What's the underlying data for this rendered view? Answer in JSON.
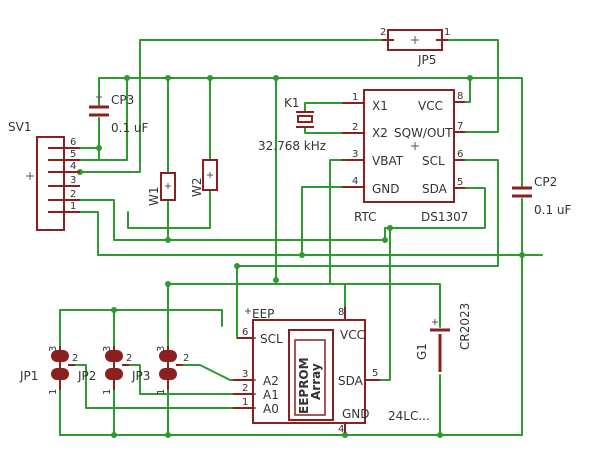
{
  "parts": {
    "sv1": {
      "name": "SV1",
      "pins": [
        "6",
        "5",
        "4",
        "3",
        "2",
        "1"
      ]
    },
    "cp3": {
      "name": "CP3",
      "value": "0.1 uF"
    },
    "cp2": {
      "name": "CP2",
      "value": "0.1 uF"
    },
    "w1": {
      "name": "W1"
    },
    "w2": {
      "name": "W2"
    },
    "k1": {
      "name": "K1",
      "value": "32.768 kHz"
    },
    "jp5": {
      "name": "JP5",
      "pin_left": "2",
      "pin_right": "1"
    },
    "rtc": {
      "name": "RTC",
      "value": "DS1307",
      "pins_left": [
        {
          "num": "1",
          "label": "X1"
        },
        {
          "num": "2",
          "label": "X2"
        },
        {
          "num": "3",
          "label": "VBAT"
        },
        {
          "num": "4",
          "label": "GND"
        }
      ],
      "pins_right": [
        {
          "num": "8",
          "label": "VCC"
        },
        {
          "num": "7",
          "label": "SQW/OUT"
        },
        {
          "num": "6",
          "label": "SCL"
        },
        {
          "num": "5",
          "label": "SDA"
        }
      ]
    },
    "eep": {
      "name": "EEP",
      "value": "24LC...",
      "pins_left": [
        {
          "num": "6",
          "label": "SCL"
        },
        {
          "num": "3",
          "label": "A2"
        },
        {
          "num": "2",
          "label": "A1"
        },
        {
          "num": "1",
          "label": "A0"
        }
      ],
      "vcc": {
        "num": "8",
        "label": "VCC"
      },
      "sda": {
        "num": "5",
        "label": "SDA"
      },
      "gnd": {
        "num": "4",
        "label": "GND"
      },
      "array_line1": "EEPROM",
      "array_line2": "Array"
    },
    "g1": {
      "name": "G1",
      "value": "CR2023"
    },
    "jp1": {
      "name": "JP1",
      "pin_top": "3",
      "pin_mid": "2",
      "pin_bot": "1"
    },
    "jp2": {
      "name": "JP2",
      "pin_top": "3",
      "pin_mid": "2",
      "pin_bot": "1"
    },
    "jp3": {
      "name": "JP3",
      "pin_top": "3",
      "pin_mid": "2",
      "pin_bot": "1"
    }
  },
  "colors": {
    "wire": "#2f9a2f",
    "symbol": "#8a2020",
    "text": "#333333"
  }
}
